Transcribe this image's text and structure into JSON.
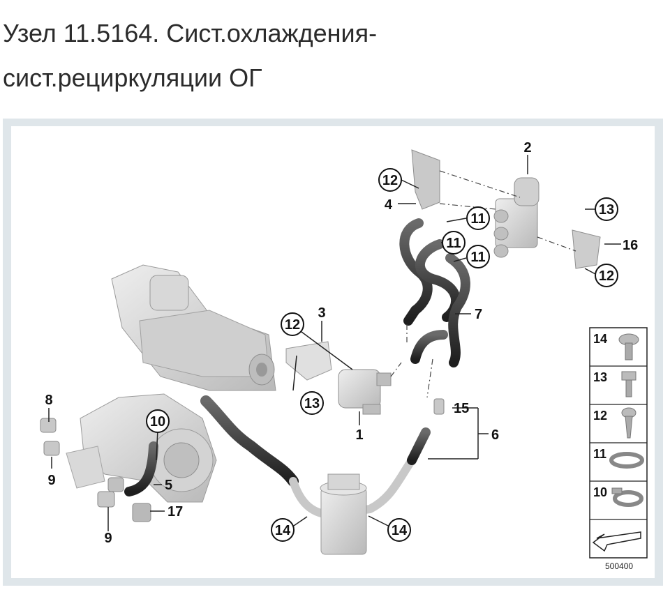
{
  "title": {
    "line1": "Узел 11.5164. Сист.охлаждения-",
    "line2": "сист.рециркуляции ОГ"
  },
  "diagram": {
    "callouts": {
      "c1": "1",
      "c2": "2",
      "c3": "3",
      "c4": "4",
      "c5": "5",
      "c6": "6",
      "c7": "7",
      "c8": "8",
      "c9a": "9",
      "c9b": "9",
      "c10": "10",
      "c11a": "11",
      "c11b": "11",
      "c11c": "11",
      "c12a": "12",
      "c12b": "12",
      "c12c": "12",
      "c13a": "13",
      "c13b": "13",
      "c14a": "14",
      "c14b": "14",
      "c15": "15",
      "c16": "16",
      "c17": "17"
    },
    "legend": {
      "items": [
        "14",
        "13",
        "12",
        "11",
        "10"
      ]
    },
    "code": "500400"
  }
}
